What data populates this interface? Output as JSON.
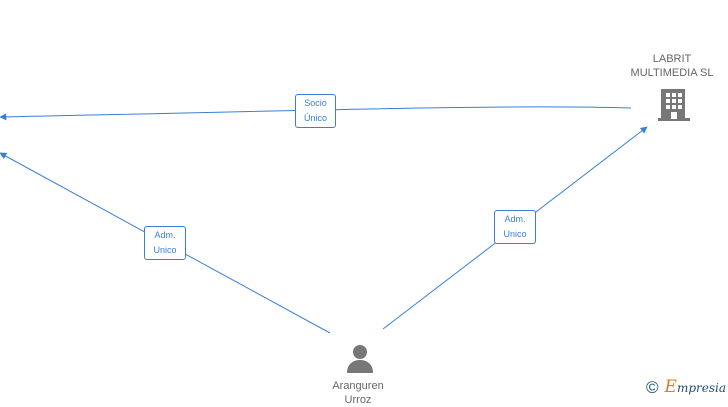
{
  "nodes": {
    "company": {
      "label_line1": "LABRIT",
      "label_line2": "MULTIMEDIA SL",
      "icon": "building-icon"
    },
    "person": {
      "label_line1": "Aranguren",
      "label_line2": "Urroz",
      "icon": "person-icon"
    }
  },
  "edges": [
    {
      "label_line1": "Socio",
      "label_line2": "Único"
    },
    {
      "label_line1": "Adm.",
      "label_line2": "Unico"
    },
    {
      "label_line1": "Adm.",
      "label_line2": "Unico"
    }
  ],
  "footer": {
    "copyright": "©",
    "brand_initial": "E",
    "brand_rest": "mpresia"
  },
  "colors": {
    "edge": "#3a7fd5",
    "node_icon": "#777777",
    "node_text": "#666666"
  }
}
